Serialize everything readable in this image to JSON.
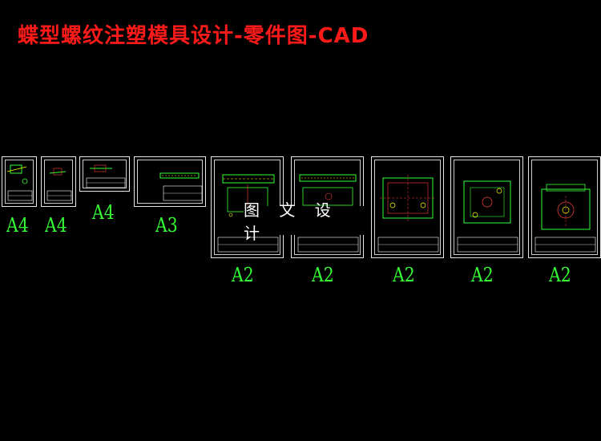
{
  "title": "蝶型螺纹注塑模具设计-零件图-CAD",
  "watermark": "图 文 设 计",
  "sheets": [
    {
      "size": "A4"
    },
    {
      "size": "A4"
    },
    {
      "size": "A4"
    },
    {
      "size": "A3"
    },
    {
      "size": "A2"
    },
    {
      "size": "A2"
    },
    {
      "size": "A2"
    },
    {
      "size": "A2"
    },
    {
      "size": "A2"
    }
  ],
  "colors": {
    "background": "#000000",
    "title": "#ff1a1a",
    "label": "#35ff35",
    "frame": "#e8e8e8"
  }
}
